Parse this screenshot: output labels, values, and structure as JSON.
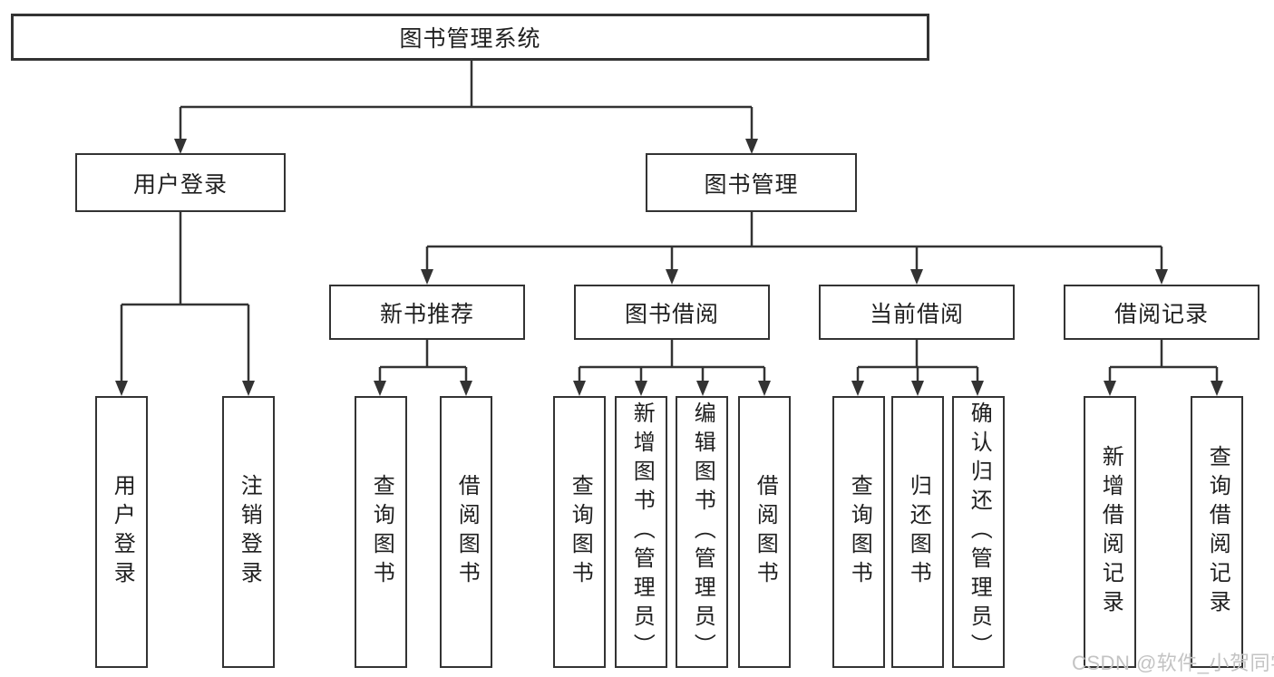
{
  "diagram": {
    "root": {
      "label": "图书管理系统"
    },
    "branches": [
      {
        "label": "用户登录",
        "children": [
          "用户登录",
          "注销登录"
        ]
      },
      {
        "label": "图书管理",
        "children": [
          {
            "label": "新书推荐",
            "children": [
              "查询图书",
              "借阅图书"
            ]
          },
          {
            "label": "图书借阅",
            "children": [
              "查询图书",
              "新增图书（管理员）",
              "编辑图书（管理员）",
              "借阅图书"
            ]
          },
          {
            "label": "当前借阅",
            "children": [
              "查询图书",
              "归还图书",
              "确认归还（管理员）"
            ]
          },
          {
            "label": "借阅记录",
            "children": [
              "新增借阅记录",
              "查询借阅记录"
            ]
          }
        ]
      }
    ]
  },
  "watermark": {
    "text": "CSDN @软件_小贺同学"
  },
  "colors": {
    "line": "#333333",
    "text": "#1f1f1f",
    "background": "#ffffff",
    "watermark": "#c3c3c3"
  }
}
